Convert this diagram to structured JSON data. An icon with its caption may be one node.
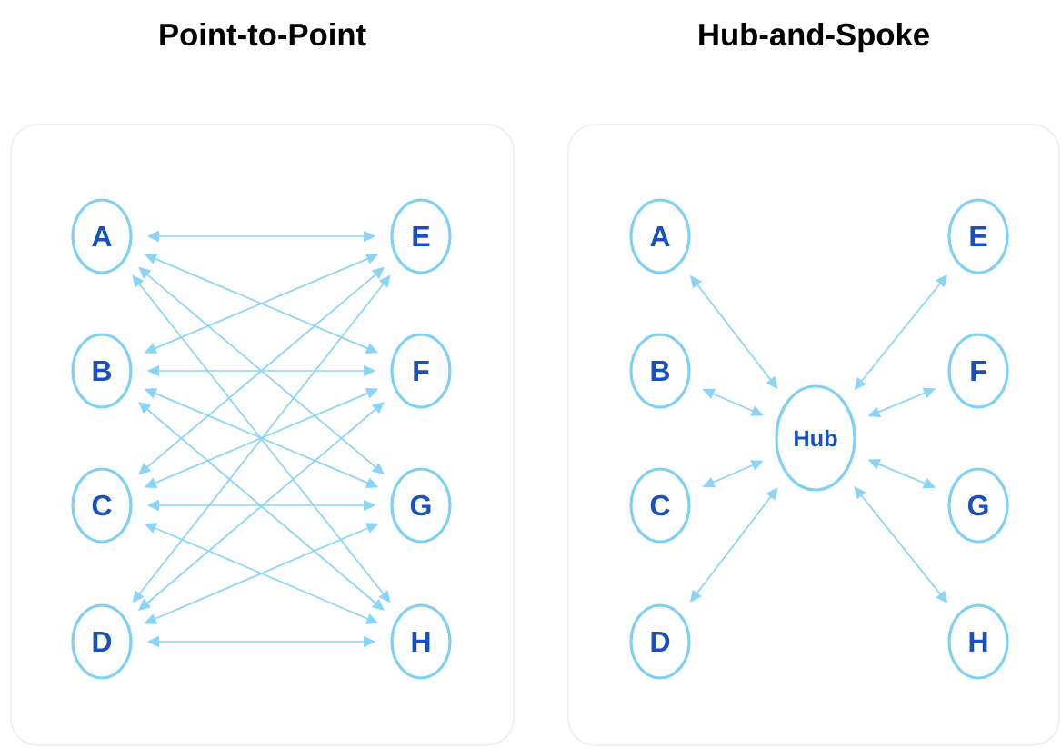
{
  "diagram": {
    "nodes": [
      {
        "text": [
          "Point-to-Point"
        ]
      },
      {
        "text": [
          "A"
        ],
        "in": 0
      },
      {
        "text": [
          "E"
        ],
        "in": 0
      },
      {
        "text": [
          "B"
        ],
        "in": 0
      },
      {
        "text": [
          "F"
        ],
        "in": 0
      },
      {
        "text": [
          "C"
        ],
        "in": 0
      },
      {
        "text": [
          "G"
        ],
        "in": 0
      },
      {
        "text": [
          "D"
        ],
        "in": 0
      },
      {
        "text": [
          "H"
        ],
        "in": 0
      },
      {
        "text": [
          "Hub-and-Spoke"
        ]
      },
      {
        "text": [
          "A"
        ],
        "in": 9
      },
      {
        "text": [
          "E"
        ],
        "in": 9
      },
      {
        "text": [
          "B"
        ],
        "in": 9
      },
      {
        "text": [
          "F"
        ],
        "in": 9
      },
      {
        "text": [
          "Hub"
        ],
        "in": 9
      },
      {
        "text": [
          "C"
        ],
        "in": 9
      },
      {
        "text": [
          "G"
        ],
        "in": 9
      },
      {
        "text": [
          "D"
        ],
        "in": 9
      },
      {
        "text": [
          "H"
        ],
        "in": 9
      }
    ],
    "edges": [
      {
        "from": 1,
        "to": 2,
        "arrow": "both"
      },
      {
        "from": 1,
        "to": 4,
        "arrow": "both"
      },
      {
        "from": 1,
        "to": 6,
        "arrow": "both"
      },
      {
        "from": 1,
        "to": 8,
        "arrow": "both"
      },
      {
        "from": 3,
        "to": 2,
        "arrow": "both"
      },
      {
        "from": 3,
        "to": 4,
        "arrow": "both"
      },
      {
        "from": 3,
        "to": 6,
        "arrow": "both"
      },
      {
        "from": 3,
        "to": 8,
        "arrow": "both"
      },
      {
        "from": 5,
        "to": 2,
        "arrow": "both"
      },
      {
        "from": 5,
        "to": 4,
        "arrow": "both"
      },
      {
        "from": 5,
        "to": 6,
        "arrow": "both"
      },
      {
        "from": 5,
        "to": 8,
        "arrow": "both"
      },
      {
        "from": 7,
        "to": 2,
        "arrow": "both"
      },
      {
        "from": 7,
        "to": 4,
        "arrow": "both"
      },
      {
        "from": 7,
        "to": 6,
        "arrow": "both"
      },
      {
        "from": 7,
        "to": 8,
        "arrow": "both"
      },
      {
        "from": 10,
        "to": 14,
        "arrow": "both"
      },
      {
        "from": 12,
        "to": 14,
        "arrow": "both"
      },
      {
        "from": 15,
        "to": 14,
        "arrow": "both"
      },
      {
        "from": 17,
        "to": 14,
        "arrow": "both"
      },
      {
        "from": 11,
        "to": 14,
        "arrow": "both"
      },
      {
        "from": 13,
        "to": 14,
        "arrow": "both"
      },
      {
        "from": 16,
        "to": 14,
        "arrow": "both"
      },
      {
        "from": 18,
        "to": 14,
        "arrow": "both"
      }
    ]
  }
}
